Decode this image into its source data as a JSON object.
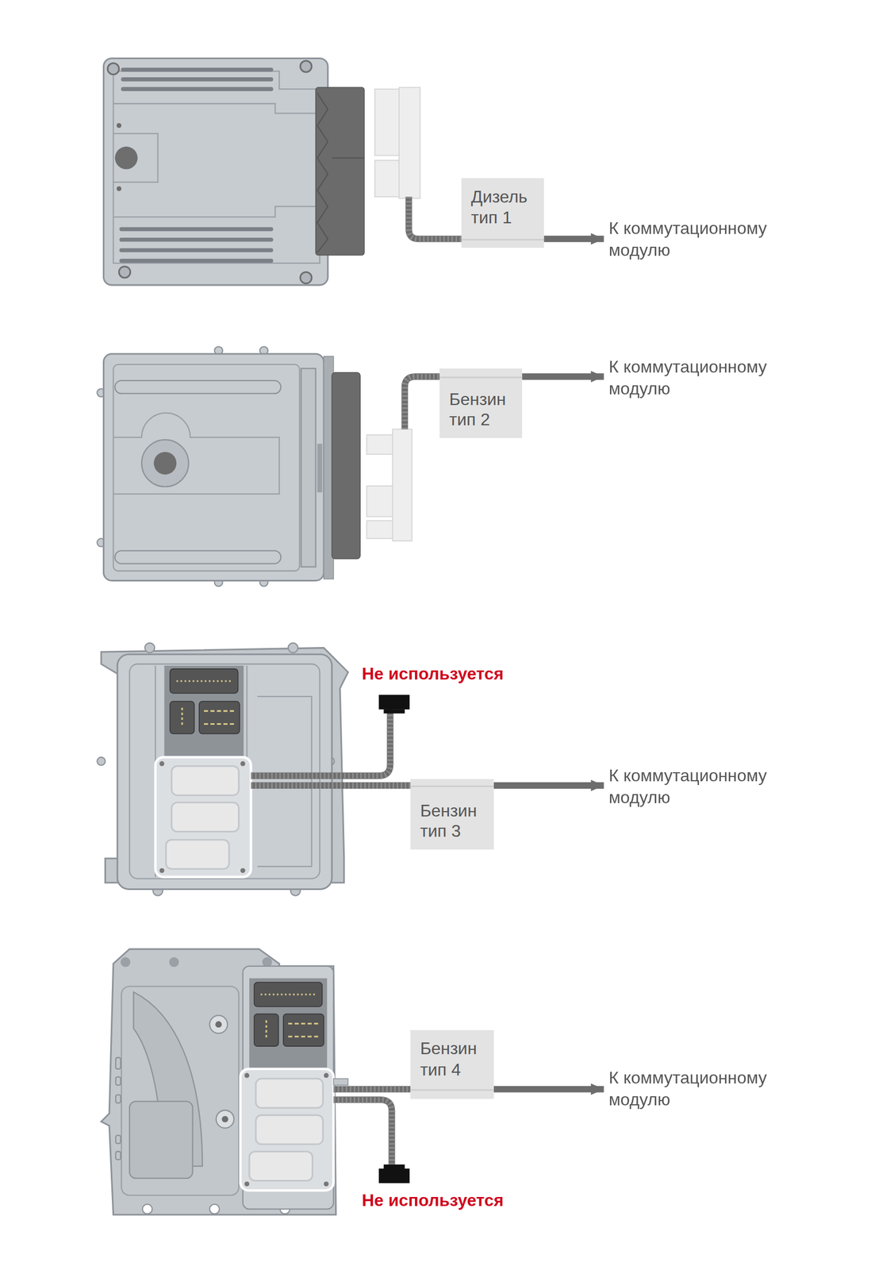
{
  "diagram": {
    "nodes": [
      {
        "text": [
          "Дизель тип 1"
        ]
      },
      {
        "text": [
          "К коммутационному модулю"
        ]
      },
      {
        "text": [
          "Бензин тип 2"
        ]
      },
      {
        "text": [
          "К коммутационному модулю"
        ]
      },
      {
        "text": [
          "Бензин тип 3"
        ]
      },
      {
        "text": [
          "К коммутационному модулю"
        ]
      },
      {
        "text": [
          "Бензин тип 4"
        ]
      },
      {
        "text": [
          "К коммутационному модулю"
        ]
      }
    ],
    "edges": [
      {
        "from": 0,
        "to": 1,
        "arrow": "to"
      },
      {
        "from": 2,
        "to": 3,
        "arrow": "to"
      },
      {
        "from": 4,
        "to": 5,
        "arrow": "to"
      },
      {
        "from": 6,
        "to": 7,
        "arrow": "to"
      }
    ],
    "labels": [
      "Не используется",
      "Не используется"
    ]
  }
}
